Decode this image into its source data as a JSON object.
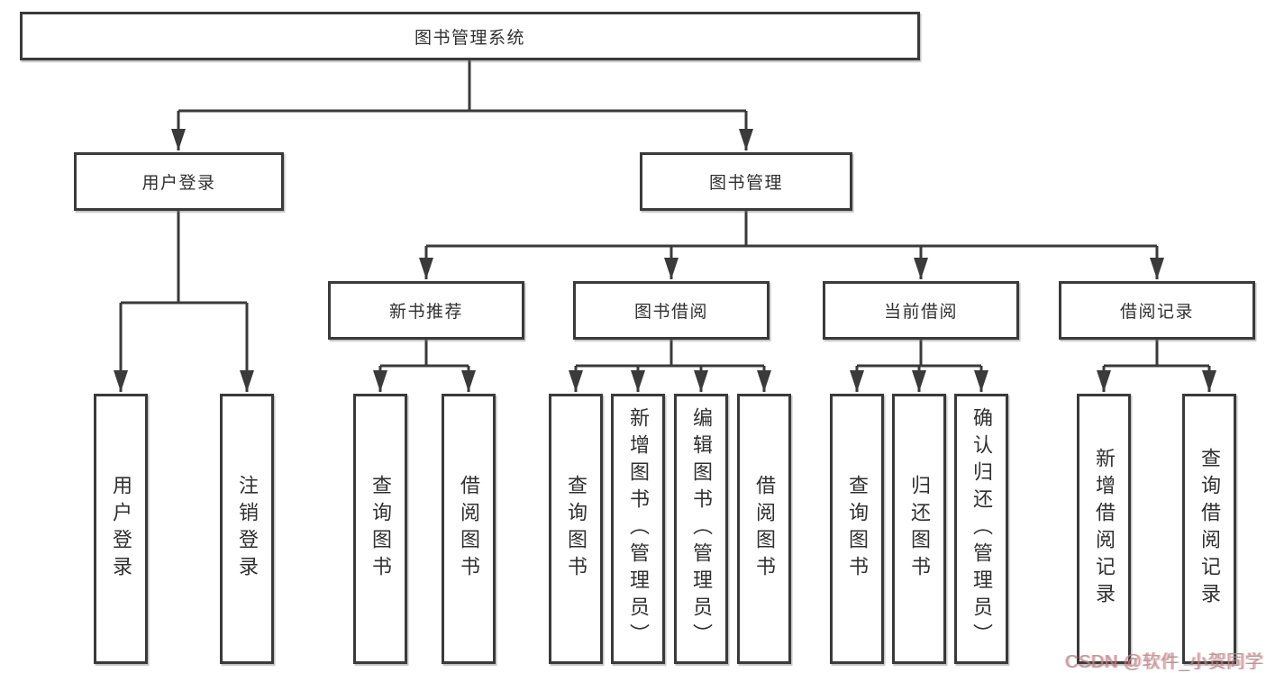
{
  "diagram": {
    "tree": {
      "root": "图书管理系统",
      "level2": [
        "用户登录",
        "图书管理"
      ],
      "level3": [
        "新书推荐",
        "图书借阅",
        "当前借阅",
        "借阅记录"
      ],
      "leaves_login": [
        "用户登录",
        "注销登录"
      ],
      "leaves_new_book": [
        "查询图书",
        "借阅图书"
      ],
      "leaves_borrow": [
        "查询图书",
        "新增图书（管理员）",
        "编辑图书（管理员）",
        "借阅图书"
      ],
      "leaves_current": [
        "查询图书",
        "归还图书",
        "确认归还（管理员）"
      ],
      "leaves_records": [
        "新增借阅记录",
        "查询借阅记录"
      ]
    },
    "colors": {
      "line": "#3a3a3a",
      "box_border": "#3a3a3a",
      "background": "#ffffff",
      "watermark": "#c98f94"
    }
  },
  "watermark": {
    "text": "CSDN @软件_小贺同学"
  }
}
